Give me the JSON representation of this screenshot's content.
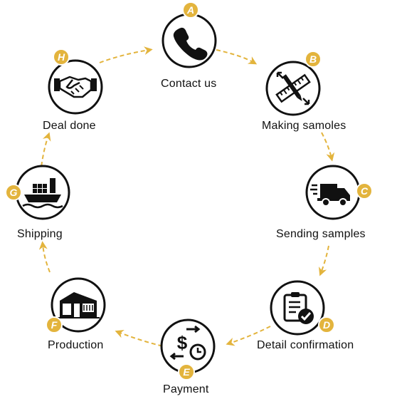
{
  "diagram": {
    "accent_color": "#e3b43d",
    "ring_color": "#111111",
    "steps": [
      {
        "id": "A",
        "badge": "A",
        "label": "Contact us",
        "icon": "phone-icon"
      },
      {
        "id": "B",
        "badge": "B",
        "label": "Making samoles",
        "icon": "ruler-pencil-icon"
      },
      {
        "id": "C",
        "badge": "C",
        "label": "Sending samples",
        "icon": "delivery-truck-icon"
      },
      {
        "id": "D",
        "badge": "D",
        "label": "Detail confirmation",
        "icon": "clipboard-check-icon"
      },
      {
        "id": "E",
        "badge": "E",
        "label": "Payment",
        "icon": "payment-exchange-icon"
      },
      {
        "id": "F",
        "badge": "F",
        "label": "Production",
        "icon": "factory-building-icon"
      },
      {
        "id": "G",
        "badge": "G",
        "label": "Shipping",
        "icon": "cargo-ship-icon"
      },
      {
        "id": "H",
        "badge": "H",
        "label": "Deal done",
        "icon": "handshake-icon"
      }
    ]
  }
}
